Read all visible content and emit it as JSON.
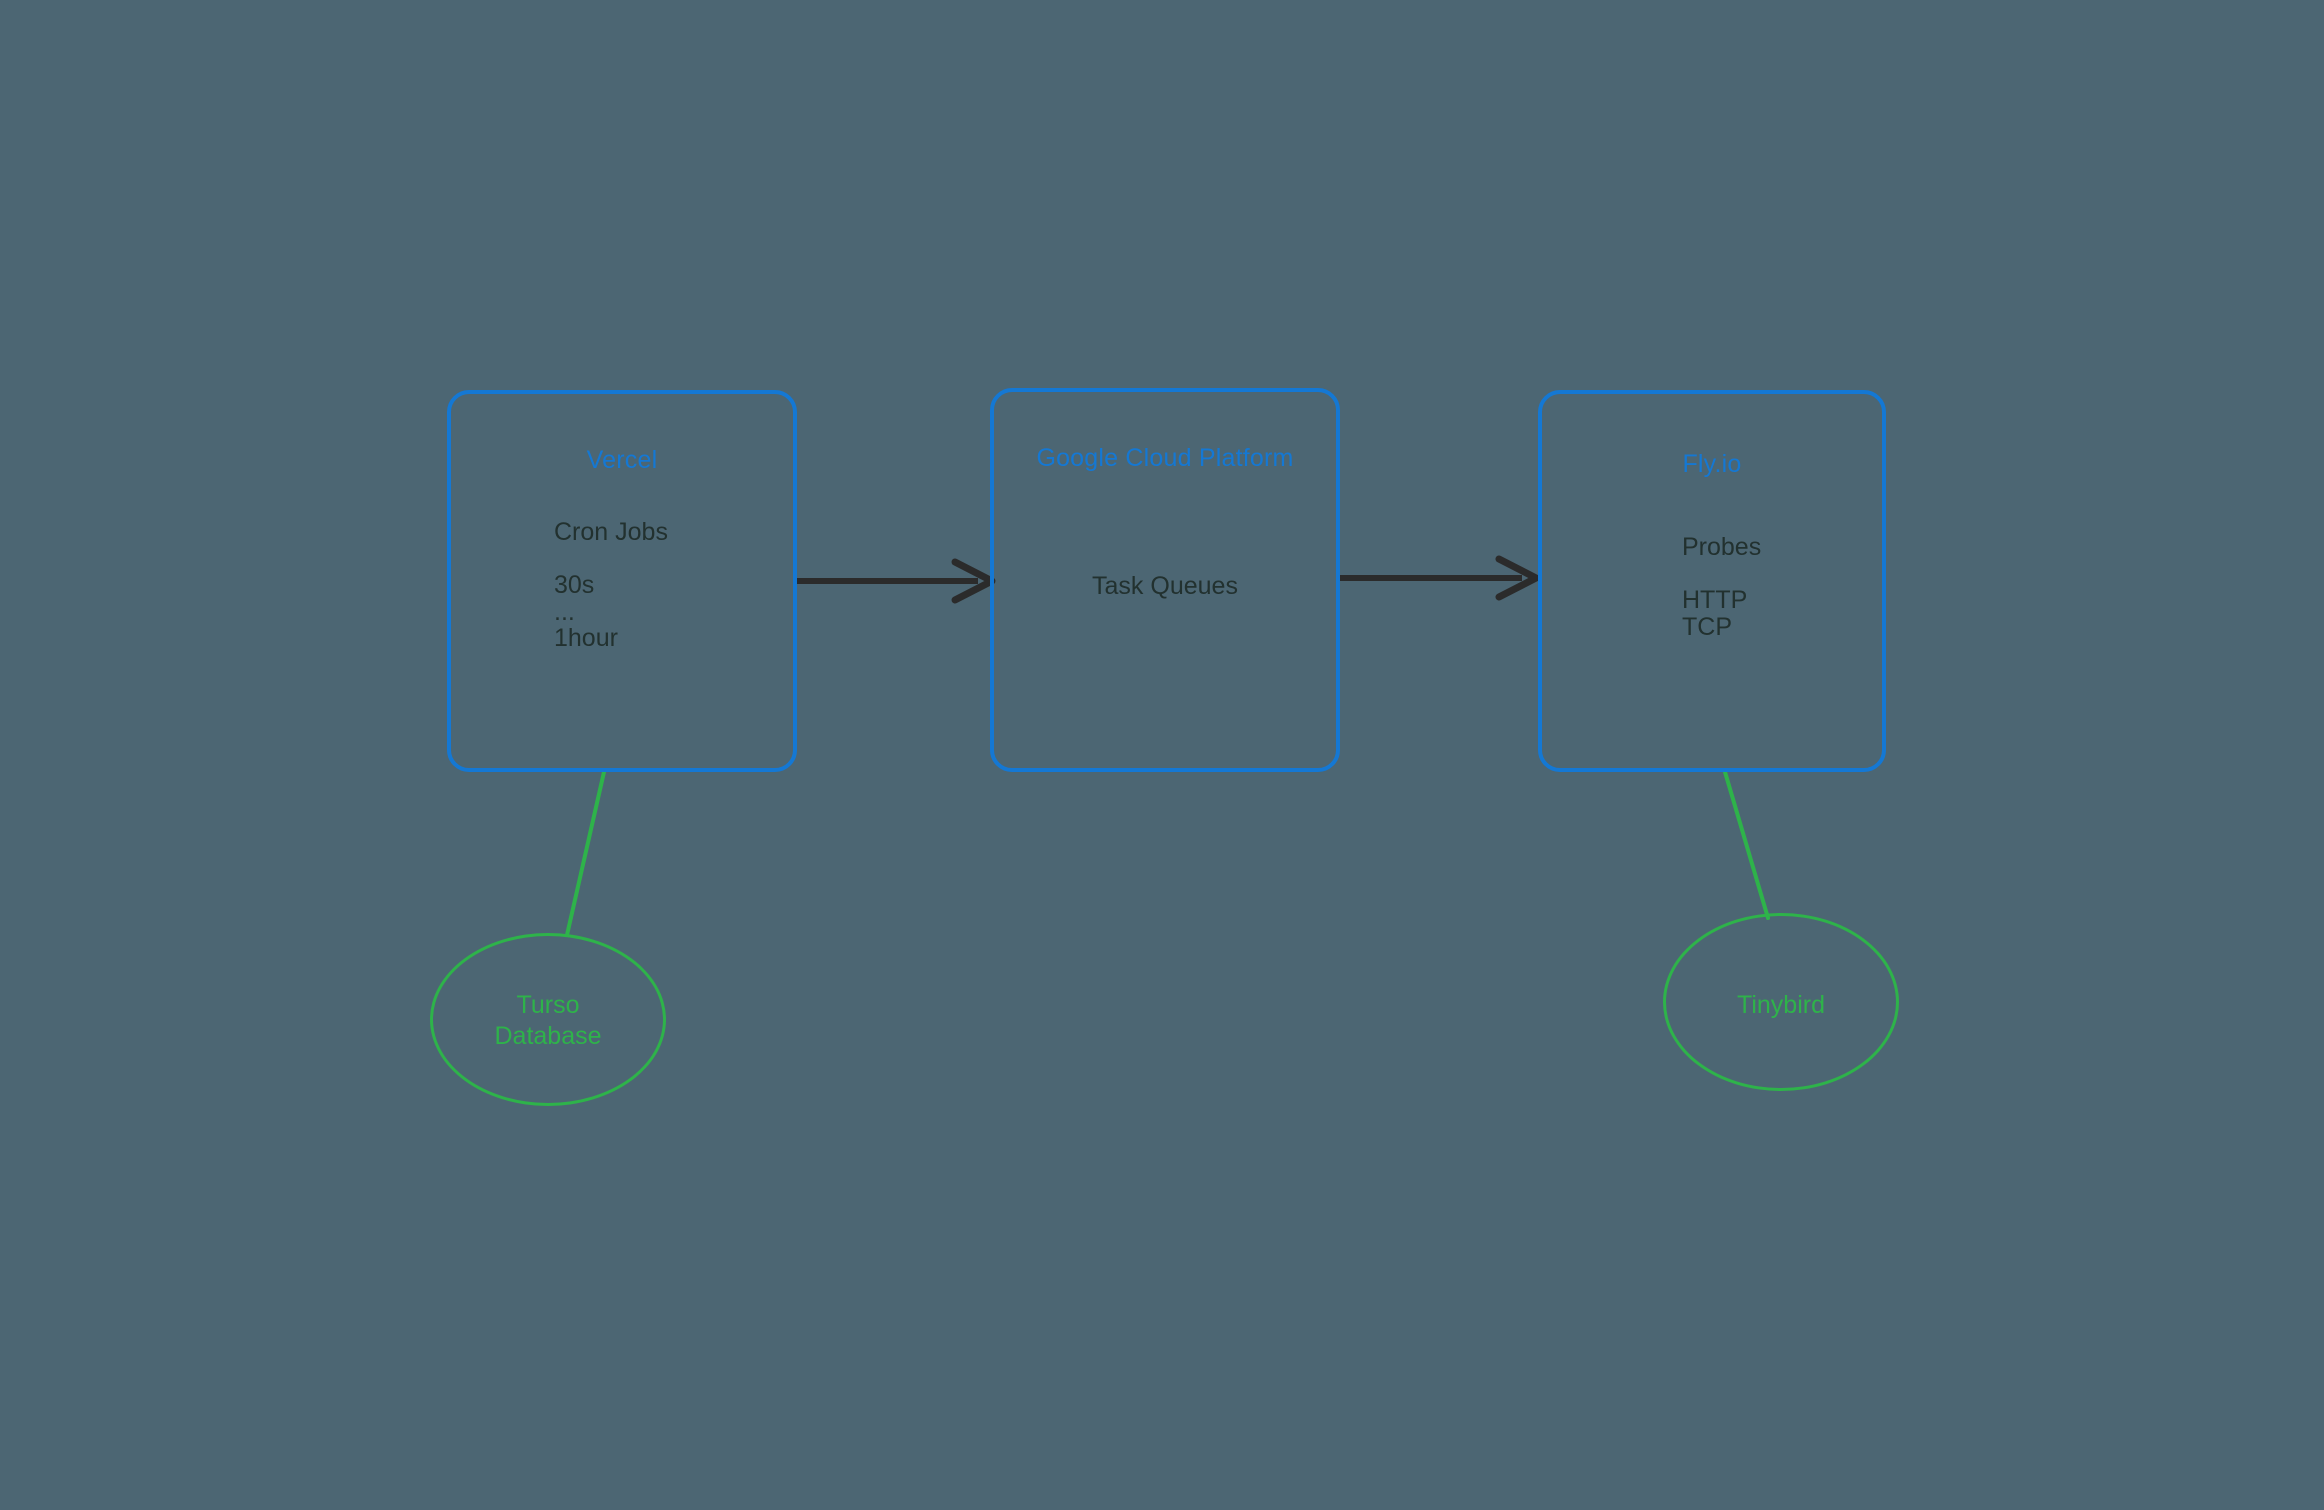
{
  "diagram": {
    "background_color": "#4c6673",
    "box_border_color": "#1478d4",
    "box_title_color": "#1478d4",
    "box_body_color": "#22312f",
    "ellipse_color": "#2eb34a",
    "arrow_color": "#2b2b2b",
    "nodes": [
      {
        "id": "vercel",
        "shape": "rounded-rect",
        "title": "Vercel",
        "body": "Cron Jobs\n\n30s\n...\n1hour",
        "body_lines": [
          "Cron Jobs",
          "",
          "30s",
          "...",
          "1hour"
        ],
        "align": "left"
      },
      {
        "id": "gcp",
        "shape": "rounded-rect",
        "title": "Google Cloud Platform",
        "body": "Task Queues",
        "body_lines": [
          "Task Queues"
        ],
        "align": "center"
      },
      {
        "id": "flyio",
        "shape": "rounded-rect",
        "title": "Fly.io",
        "body": "Probes\n\nHTTP\nTCP",
        "body_lines": [
          "Probes",
          "",
          "HTTP",
          "TCP"
        ],
        "align": "left"
      },
      {
        "id": "turso",
        "shape": "ellipse",
        "label": "Turso\nDatabase",
        "label_lines": [
          "Turso",
          "Database"
        ]
      },
      {
        "id": "tinybird",
        "shape": "ellipse",
        "label": "Tinybird",
        "label_lines": [
          "Tinybird"
        ]
      }
    ],
    "edges": [
      {
        "from": "vercel",
        "to": "gcp",
        "style": "arrow",
        "color": "#2b2b2b"
      },
      {
        "from": "gcp",
        "to": "flyio",
        "style": "arrow",
        "color": "#2b2b2b"
      },
      {
        "from": "vercel",
        "to": "turso",
        "style": "line",
        "color": "#2eb34a"
      },
      {
        "from": "flyio",
        "to": "tinybird",
        "style": "line",
        "color": "#2eb34a"
      }
    ]
  }
}
